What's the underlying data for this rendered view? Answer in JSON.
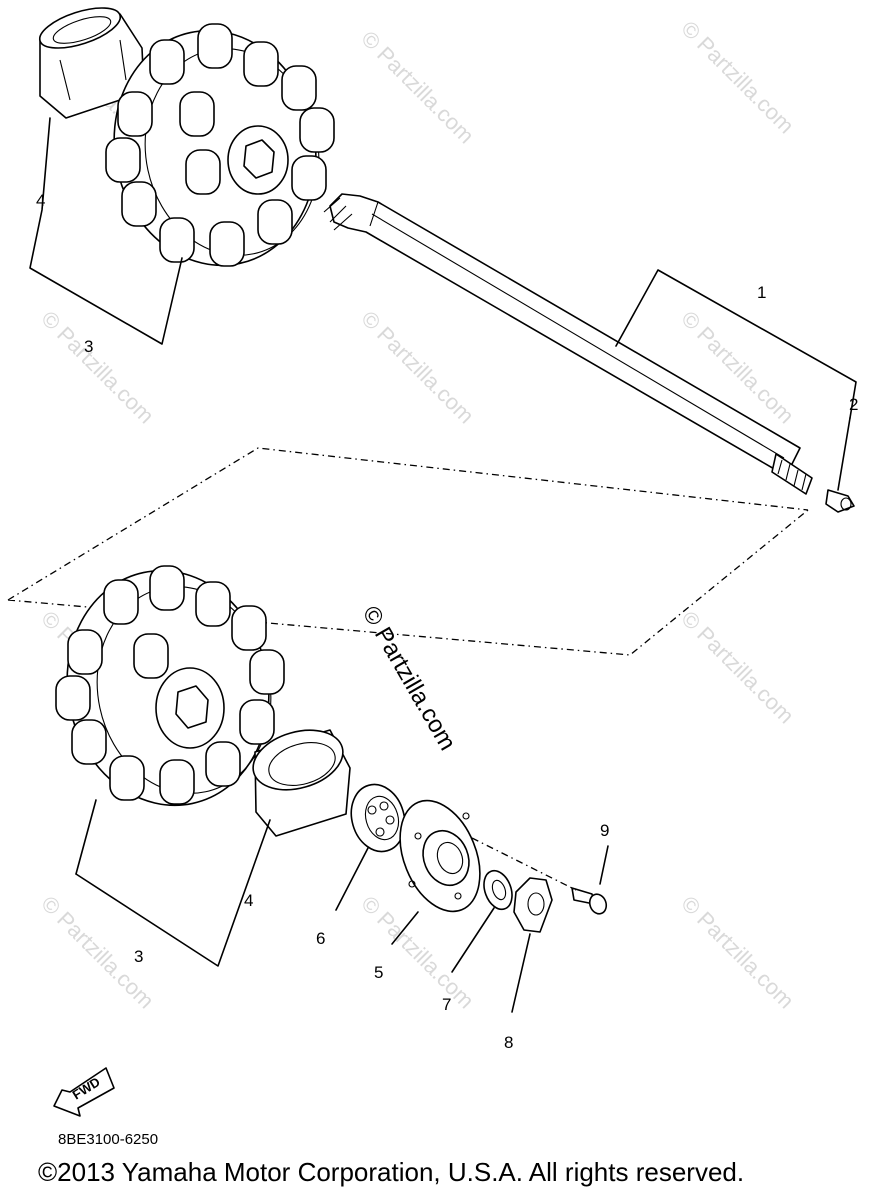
{
  "callouts": {
    "c1": "1",
    "c2": "2",
    "c3_top": "3",
    "c4_top": "4",
    "c3_bottom": "3",
    "c4_bottom": "4",
    "c5": "5",
    "c6": "6",
    "c7": "7",
    "c8": "8",
    "c9": "9"
  },
  "watermark": {
    "main": "© Partzilla.com",
    "faint": "© Partzilla.com"
  },
  "fwd_label": "FWD",
  "diagram_code": "8BE3100-6250",
  "copyright": "©2013 Yamaha Motor Corporation, U.S.A. All rights reserved."
}
